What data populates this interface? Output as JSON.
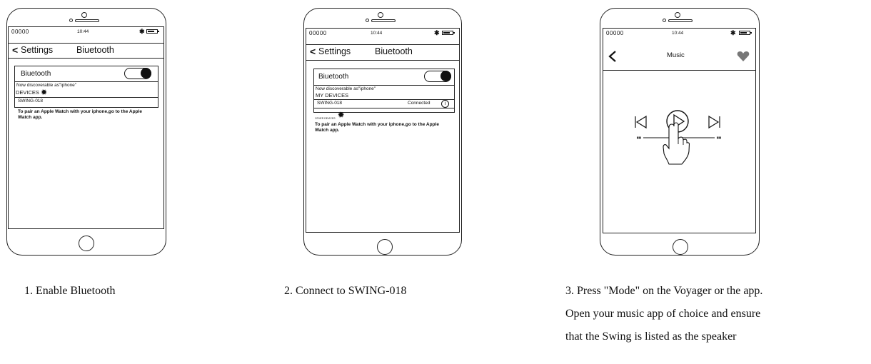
{
  "phones": [
    {
      "status": {
        "carrier": "00000",
        "time": "10:44",
        "bt": "✱"
      },
      "nav": {
        "back": "<",
        "back_label": "Settings",
        "title": "Biuetooth"
      },
      "bt_label": "Biuetooth",
      "discoverable": "Now discoverable as\"iphone\"",
      "devices_header": "DEVICES",
      "device_name": "SWING-018",
      "note": "To pair an Apple Watch with your iphone,go to the Apple Watch app."
    },
    {
      "status": {
        "carrier": "00000",
        "time": "10:44",
        "bt": "✱"
      },
      "nav": {
        "back": "<",
        "back_label": "Settings",
        "title": "Biuetooth"
      },
      "bt_label": "Biuetooth",
      "discoverable": "Now discoverable as\"iphone\"",
      "devices_header": "MY DEVICES",
      "device_name": "SWING-018",
      "device_status": "Connected",
      "info_glyph": "i",
      "other_devices": "OTHER DEVICES",
      "note": "To pair an Apple Watch with your iphone,go to the Apple Watch app."
    },
    {
      "status": {
        "carrier": "00000",
        "time": "10:44",
        "bt": "✱"
      },
      "nav": {
        "back": "<",
        "title": "Music"
      },
      "icons": [
        "chevron-left-icon",
        "heart-icon",
        "previous-track-icon",
        "play-icon",
        "next-track-icon",
        "tapping-hand-icon",
        "volume-slider"
      ]
    }
  ],
  "captions": {
    "step1": "1.  Enable Bluetooth",
    "step2": "2. Connect to SWING-018",
    "step3_line1": "3. Press \"Mode\" on the Voyager or the app.",
    "step3_line2": "Open your music app of choice and ensure",
    "step3_line3": "that the Swing is listed as the speaker"
  },
  "colors": {
    "line": "#222222",
    "heart": "#777777"
  }
}
